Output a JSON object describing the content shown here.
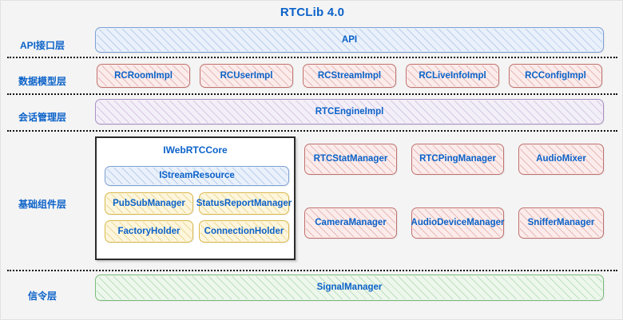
{
  "diagram": {
    "title": "RTCLib 4.0",
    "accent_color": "#0b62c9",
    "background_color": "#f4f4f4",
    "layers": [
      {
        "id": "api",
        "label": "API接口层",
        "boxes": [
          {
            "label": "API",
            "color": "#7a9fd4",
            "style": "blue"
          }
        ]
      },
      {
        "id": "data-model",
        "label": "数据模型层",
        "boxes": [
          {
            "label": "RCRoomImpl",
            "color": "#c0706c",
            "style": "red"
          },
          {
            "label": "RCUserImpl",
            "color": "#c0706c",
            "style": "red"
          },
          {
            "label": "RCStreamImpl",
            "color": "#c0706c",
            "style": "red"
          },
          {
            "label": "RCLiveInfoImpl",
            "color": "#c0706c",
            "style": "red"
          },
          {
            "label": "RCConfigImpl",
            "color": "#c0706c",
            "style": "red"
          }
        ]
      },
      {
        "id": "session",
        "label": "会话管理层",
        "boxes": [
          {
            "label": "RTCEngineImpl",
            "color": "#a98ec4",
            "style": "purple"
          }
        ]
      },
      {
        "id": "base-components",
        "label": "基础组件层",
        "group": {
          "title": "IWebRTCCore",
          "border_color": "#2b2b2b",
          "boxes": [
            {
              "label": "IStreamResource",
              "color": "#7a9fd4",
              "style": "blue"
            },
            {
              "label": "PubSubManager",
              "color": "#d8b84a",
              "style": "yellow"
            },
            {
              "label": "StatusReportManager",
              "color": "#d8b84a",
              "style": "yellow"
            },
            {
              "label": "FactoryHolder",
              "color": "#d8b84a",
              "style": "yellow"
            },
            {
              "label": "ConnectionHolder",
              "color": "#d8b84a",
              "style": "yellow"
            }
          ]
        },
        "boxes": [
          {
            "label": "RTCStatManager",
            "color": "#c0706c",
            "style": "red"
          },
          {
            "label": "RTCPingManager",
            "color": "#c0706c",
            "style": "red"
          },
          {
            "label": "AudioMixer",
            "color": "#c0706c",
            "style": "red"
          },
          {
            "label": "CameraManager",
            "color": "#c0706c",
            "style": "red"
          },
          {
            "label": "AudioDeviceManager",
            "color": "#c0706c",
            "style": "red"
          },
          {
            "label": "SnifferManager",
            "color": "#c0706c",
            "style": "red"
          }
        ]
      },
      {
        "id": "signal",
        "label": "信令层",
        "boxes": [
          {
            "label": "SignalManager",
            "color": "#79bb79",
            "style": "green"
          }
        ]
      }
    ]
  }
}
